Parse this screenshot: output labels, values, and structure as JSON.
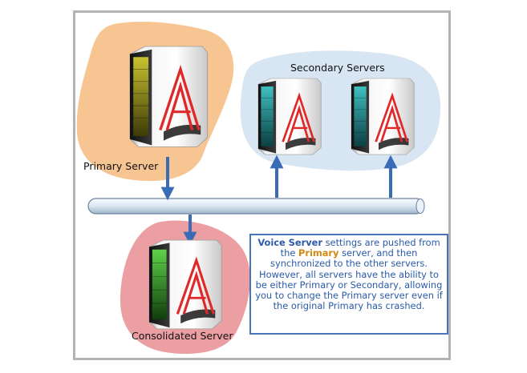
{
  "diagram": {
    "primary_label": "Primary Server",
    "secondary_label": "Secondary Servers",
    "consolidated_label": "Consolidated Server",
    "server_logo_letter": "A",
    "info_box": {
      "bold_voice_server": "Voice Server",
      "text_1": " settings are pushed from the ",
      "bold_primary": "Primary",
      "text_2": " server, and then synchronized to the other servers. However, all servers have the ability to be either Primary or Secondary, allowing you to change the Primary server even if the original Primary has crashed."
    }
  },
  "colors": {
    "primary_blob": "#f7c592",
    "secondary_blob": "#d7e6f2",
    "consolidated_blob": "#ec9fa3",
    "arrow": "#3a6cb6",
    "logo_red": "#e02828",
    "info_text": "#2a5aa8",
    "info_highlight": "#d08a12"
  },
  "icons": {
    "server": "server-tower-icon",
    "bus": "network-bus-icon",
    "arrow": "arrow-icon"
  }
}
